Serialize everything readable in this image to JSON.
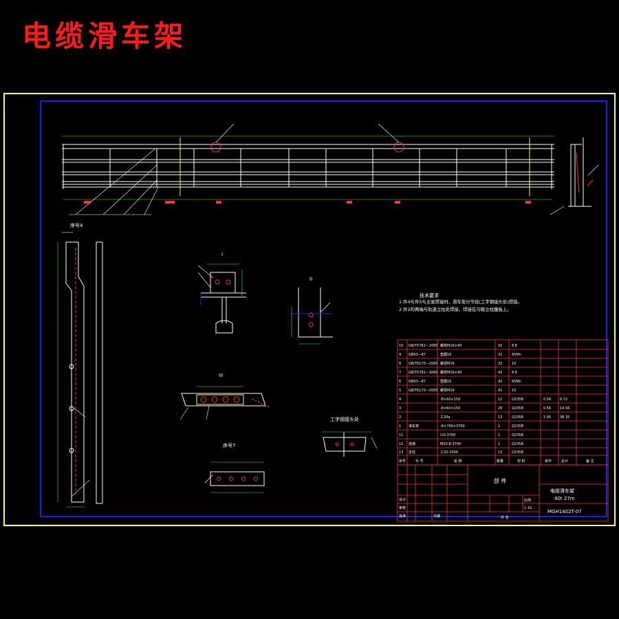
{
  "title": "电缆滑车架",
  "notes": {
    "heading": "技术要求",
    "line1": "1.件4与件5与主梁焊接时，滑车架分节段(工字钢接头处)焊接。",
    "line2": "2.件2的两端与轨道立柱处焊接，焊接在马鞍立柱腹板上。"
  },
  "views": {
    "section_I": "I",
    "section_II": "II",
    "section_III": "III",
    "seq4": "序号4",
    "seq7": "序号7",
    "beam_joint": "工字钢接头处"
  },
  "title_block": {
    "part_label": "部  件",
    "drawing_name": "电缆滑车架",
    "drawing_sub": "40t 27m",
    "drawing_no": "MGH1402T-07",
    "scale_label": "比例",
    "scale_value": "1:10",
    "sheet_label": "共    张",
    "design": "设计",
    "check": "审核",
    "approve": "批准",
    "date": "日期"
  },
  "parts_header": [
    "序号",
    "代  号",
    "名  称",
    "数量",
    "材  料",
    "单件",
    "总计",
    "备 注"
  ],
  "parts_rows": [
    [
      "10",
      "GB/T5782—2000",
      "螺栓M16×40",
      "32",
      "8.8",
      "",
      ""
    ],
    [
      "9",
      "GB93—87",
      "垫圈16",
      "32",
      "65Mn",
      "",
      ""
    ],
    [
      "8",
      "GB/T6170—2000",
      "螺母M16",
      "32",
      "10",
      "",
      ""
    ],
    [
      "7",
      "GB/T5782—2000",
      "螺栓M16×40",
      "42",
      "8.8",
      "",
      ""
    ],
    [
      "6",
      "GB93—87",
      "垫圈16",
      "42",
      "65Mn",
      "",
      ""
    ],
    [
      "5",
      "GB/T6170—2000",
      "螺母M16",
      "42",
      "10",
      "",
      ""
    ],
    [
      "4",
      "",
      "-8×60×150",
      "12",
      "Q235B",
      "0.56",
      "6.72"
    ],
    [
      "3",
      "",
      "-8×60×150",
      "26",
      "Q235B",
      "0.56",
      "14.56"
    ],
    [
      "2",
      "",
      "工20a",
      "13",
      "Q235B",
      "2.95",
      "38.35"
    ],
    [
      "1",
      "滑车架",
      "-8×700×3700",
      "1",
      "Q235B",
      "",
      ""
    ],
    [
      "11",
      "",
      "I10-3700",
      "1",
      "Q235B",
      "",
      ""
    ],
    [
      "12",
      "连接",
      "M20-8-3700",
      "1",
      "Q235B",
      "",
      ""
    ],
    [
      "13",
      "支柱",
      "工20-2500",
      "13",
      "Q235B",
      "",
      ""
    ]
  ],
  "colors": {
    "frame": "#ffff33",
    "border": "#1a1aff",
    "line": "#ffffff",
    "title": "#ff1a1a",
    "dim": "#33ff33",
    "hidden": "#ff3030"
  }
}
